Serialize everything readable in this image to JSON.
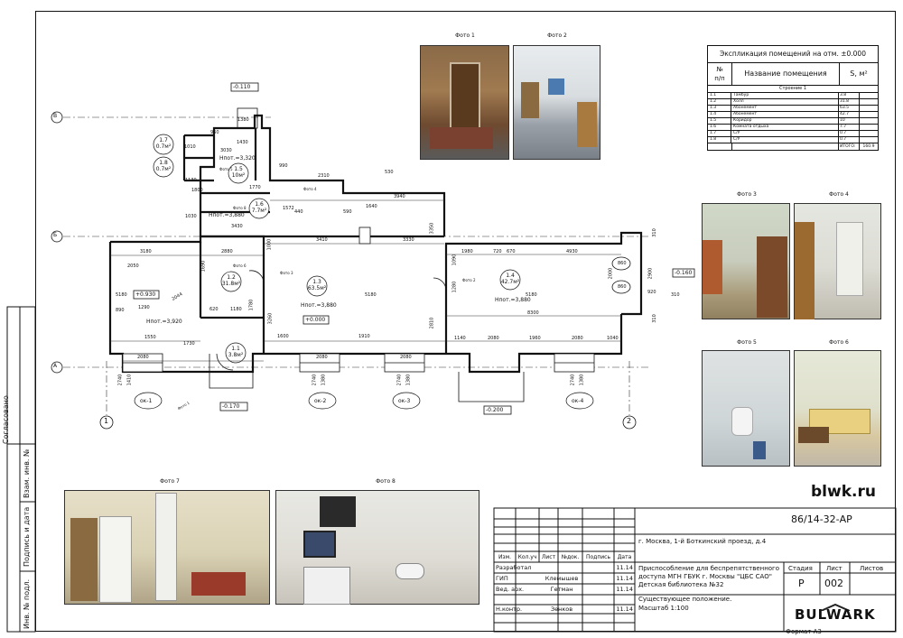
{
  "explication": {
    "title": "Экспликация помещений на отм. ±0.000",
    "col_num": "№\nп/п",
    "col_name": "Название помещения",
    "col_area": "S, м²",
    "group": "Строение 1",
    "rows": [
      {
        "num": "1.1",
        "name": "Тамбур",
        "area": "3.8"
      },
      {
        "num": "1.2",
        "name": "Холл",
        "area": "31.8"
      },
      {
        "num": "1.3",
        "name": "Абонемент",
        "area": "63.5"
      },
      {
        "num": "1.4",
        "name": "Абонемент",
        "area": "42.7"
      },
      {
        "num": "1.5",
        "name": "Коридор",
        "area": "10"
      },
      {
        "num": "1.6",
        "name": "Комната отдыха",
        "area": "7.7"
      },
      {
        "num": "1.7",
        "name": "С/У",
        "area": "0.7"
      },
      {
        "num": "1.8",
        "name": "С/У",
        "area": "0.7"
      }
    ],
    "total_label": "ИТОГО:",
    "total": "160.9"
  },
  "photos": {
    "p1": "Фото 1",
    "p2": "Фото 2",
    "p3": "Фото 3",
    "p4": "Фото 4",
    "p5": "Фото 5",
    "p6": "Фото 6",
    "p7": "Фото 7",
    "p8": "Фото 8"
  },
  "plan": {
    "axis_v": "В",
    "axis_b": "Б",
    "axis_a": "А",
    "axis_1": "1",
    "axis_2": "2",
    "level_top": "-0.110",
    "level_bottom_left": "-0.170",
    "level_bottom_mid": "-0.200",
    "level_right": "-0.160",
    "level_hall": "+0.930",
    "level_main": "+0.000",
    "rooms": [
      {
        "id": "1.1",
        "area": "3.8м²"
      },
      {
        "id": "1.2",
        "area": "31.8м²"
      },
      {
        "id": "1.3",
        "area": "63.5м²"
      },
      {
        "id": "1.4",
        "area": "42.7м²"
      },
      {
        "id": "1.5",
        "area": "10м²"
      },
      {
        "id": "1.6",
        "area": "7.7м²"
      },
      {
        "id": "1.7",
        "area": "0.7м²"
      },
      {
        "id": "1.8",
        "area": "0.7м²"
      }
    ],
    "heights": {
      "h1": "Hпот.=3,320",
      "h2": "Hпот.=3,880",
      "h3": "Hпот.=3,920",
      "h4": "Hпот.=3,880",
      "h5": "Hпот.=3,880"
    },
    "windows": [
      "ок-1",
      "ок-2",
      "ок-3",
      "ок-4"
    ],
    "photo_marks": [
      "Фото 1",
      "Фото 2",
      "Фото 3",
      "Фото 4",
      "Фото 5",
      "Фото 6",
      "Фото 8"
    ],
    "dims": {
      "d3180": "3180",
      "d2880": "2880",
      "d3410": "3410",
      "d3330": "3330",
      "d1980": "1980",
      "d720a": "720",
      "d670": "670",
      "d4930": "4930",
      "d3940": "3940",
      "d2310": "2310",
      "d530": "530",
      "d990": "990",
      "d1430": "1430",
      "d3030": "3030",
      "d1380": "1380",
      "d960": "960",
      "d1800": "1800",
      "d3430": "3430",
      "d1130": "1130",
      "d1030": "1030",
      "d1770": "1770",
      "d1010": "1010",
      "d440": "440",
      "d590": "590",
      "d1640": "1640",
      "d1572": "1572",
      "d5180a": "5180",
      "d5180b": "5180",
      "d5180c": "5180",
      "d8300": "8300",
      "d2050": "2050",
      "d1290": "1290",
      "d890": "890",
      "d1550": "1550",
      "d1730": "1730",
      "d620": "620",
      "d1180": "1180",
      "d1600": "1600",
      "d1910": "1910",
      "d1140": "1140",
      "d2080a": "2080",
      "d2080b": "2080",
      "d2080c": "2080",
      "d2080d": "2080",
      "d2080e": "2080",
      "d1960": "1960",
      "d1040": "1040",
      "d2740": "2740",
      "d1410": "1410",
      "d2740b": "2740",
      "d1380b": "1380",
      "d2740c": "2740",
      "d1380c": "1380",
      "d2740d": "2740",
      "d1380d": "1380",
      "d3350": "3350",
      "d2810": "2810",
      "d2000": "2000",
      "d2900": "2900",
      "d920": "920",
      "d310a": "310",
      "d310b": "310",
      "d310c": "310",
      "d860a": "860",
      "d860b": "860",
      "d3260": "3260",
      "d1690": "1690",
      "d1780": "1780",
      "d1000": "1000",
      "d1280": "1280",
      "d1090": "1090",
      "d2044": "2044"
    }
  },
  "side_stamps": {
    "agreed": "Согласовано",
    "inv_replace": "Взам. инв. №",
    "sign_date": "Подпись и дата",
    "inv_orig": "Инв. № подл."
  },
  "site": "blwk.ru",
  "title_block": {
    "doc_code": "86/14-32-АР",
    "address": "г. Москва, 1-й Боткинский проезд, д.4",
    "header_cells": [
      "Изм.",
      "Кол.уч",
      "Лист",
      "№док.",
      "Подпись",
      "Дата"
    ],
    "people": [
      {
        "role": "Разработал",
        "name": "",
        "date": "11.14"
      },
      {
        "role": "ГИП",
        "name": "Клемышев",
        "date": "11.14"
      },
      {
        "role": "Вед. арх.",
        "name": "Гетман",
        "date": "11.14"
      },
      {
        "role": "",
        "name": "",
        "date": ""
      },
      {
        "role": "Н.контр.",
        "name": "Зенков",
        "date": "11.14"
      }
    ],
    "project_title": "Приспособление для беспрепятственного доступа МГН ГБУК г. Москвы \"ЦБС САО\" Детская библиотека №32",
    "sheet_title": "Существующее положение.",
    "scale": "Масштаб 1:100",
    "stage_label": "Стадия",
    "sheet_label": "Лист",
    "sheets_label": "Листов",
    "stage": "Р",
    "sheet": "002",
    "sheets": "",
    "logo": "BULWARK",
    "format": "Формат А3"
  }
}
